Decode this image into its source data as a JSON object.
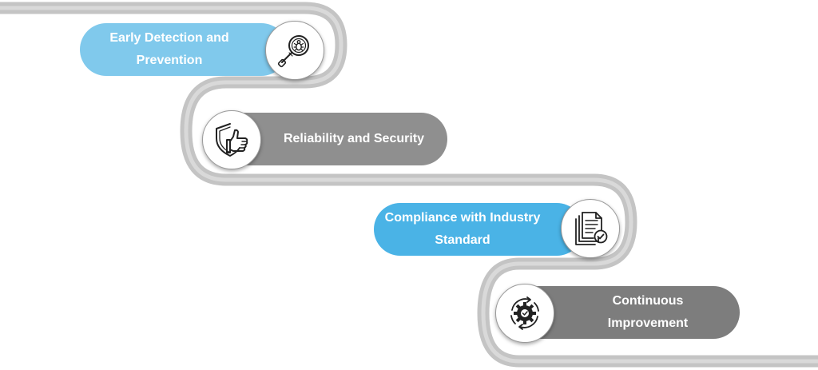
{
  "colors": {
    "road": "#c4c4c4",
    "road_inner": "#ffffff",
    "blue_light": "#80c9ec",
    "blue": "#4ab3e6",
    "gray": "#8f8f8f",
    "gray_dark": "#7d7d7d"
  },
  "steps": [
    {
      "label": "Early Detection and Prevention",
      "lines": [
        "Early Detection and",
        "Prevention"
      ],
      "icon": "magnifier-bug-icon",
      "color": "#80c9ec"
    },
    {
      "label": "Reliability and Security",
      "lines": [
        "Reliability and Security"
      ],
      "icon": "shield-thumbs-up-icon",
      "color": "#8f8f8f"
    },
    {
      "label": "Compliance with Industry Standard",
      "lines": [
        "Compliance with Industry",
        "Standard"
      ],
      "icon": "document-check-icon",
      "color": "#4ab3e6"
    },
    {
      "label": "Continuous Improvement",
      "lines": [
        "Continuous",
        "Improvement"
      ],
      "icon": "gear-cycle-icon",
      "color": "#7d7d7d"
    }
  ]
}
